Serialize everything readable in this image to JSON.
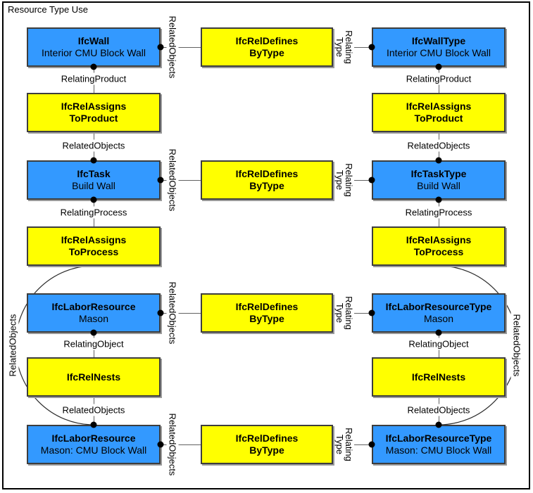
{
  "title": "Resource Type Use",
  "colors": {
    "entity_fill": "#3399FF",
    "relationship_fill": "#FFFF00",
    "box_border": "#3D3D3D",
    "connector_line": "#616161",
    "frame_border": "#000000"
  },
  "entities": {
    "wall": {
      "title": "IfcWall",
      "subtitle": "Interior CMU Block Wall"
    },
    "wall_type": {
      "title": "IfcWallType",
      "subtitle": "Interior CMU Block Wall"
    },
    "task": {
      "title": "IfcTask",
      "subtitle": "Build Wall"
    },
    "task_type": {
      "title": "IfcTaskType",
      "subtitle": "Build Wall"
    },
    "labor": {
      "title": "IfcLaborResource",
      "subtitle": "Mason"
    },
    "labor_type": {
      "title": "IfcLaborResourceType",
      "subtitle": "Mason"
    },
    "labor_cmu": {
      "title": "IfcLaborResource",
      "subtitle": "Mason: CMU Block Wall"
    },
    "labor_cmu_type": {
      "title": "IfcLaborResourceType",
      "subtitle": "Mason: CMU Block Wall"
    }
  },
  "relationships": {
    "defines_by_type": {
      "line1": "IfcRelDefines",
      "line2": "ByType"
    },
    "assigns_to_product": {
      "line1": "IfcRelAssigns",
      "line2": "ToProduct"
    },
    "assigns_to_process": {
      "line1": "IfcRelAssigns",
      "line2": "ToProcess"
    },
    "nests": {
      "line1": "IfcRelNests"
    }
  },
  "labels": {
    "relating_product": "RelatingProduct",
    "relating_process": "RelatingProcess",
    "relating_object": "RelatingObject",
    "related_objects": "RelatedObjects",
    "relating": "Relating",
    "type": "Type"
  }
}
